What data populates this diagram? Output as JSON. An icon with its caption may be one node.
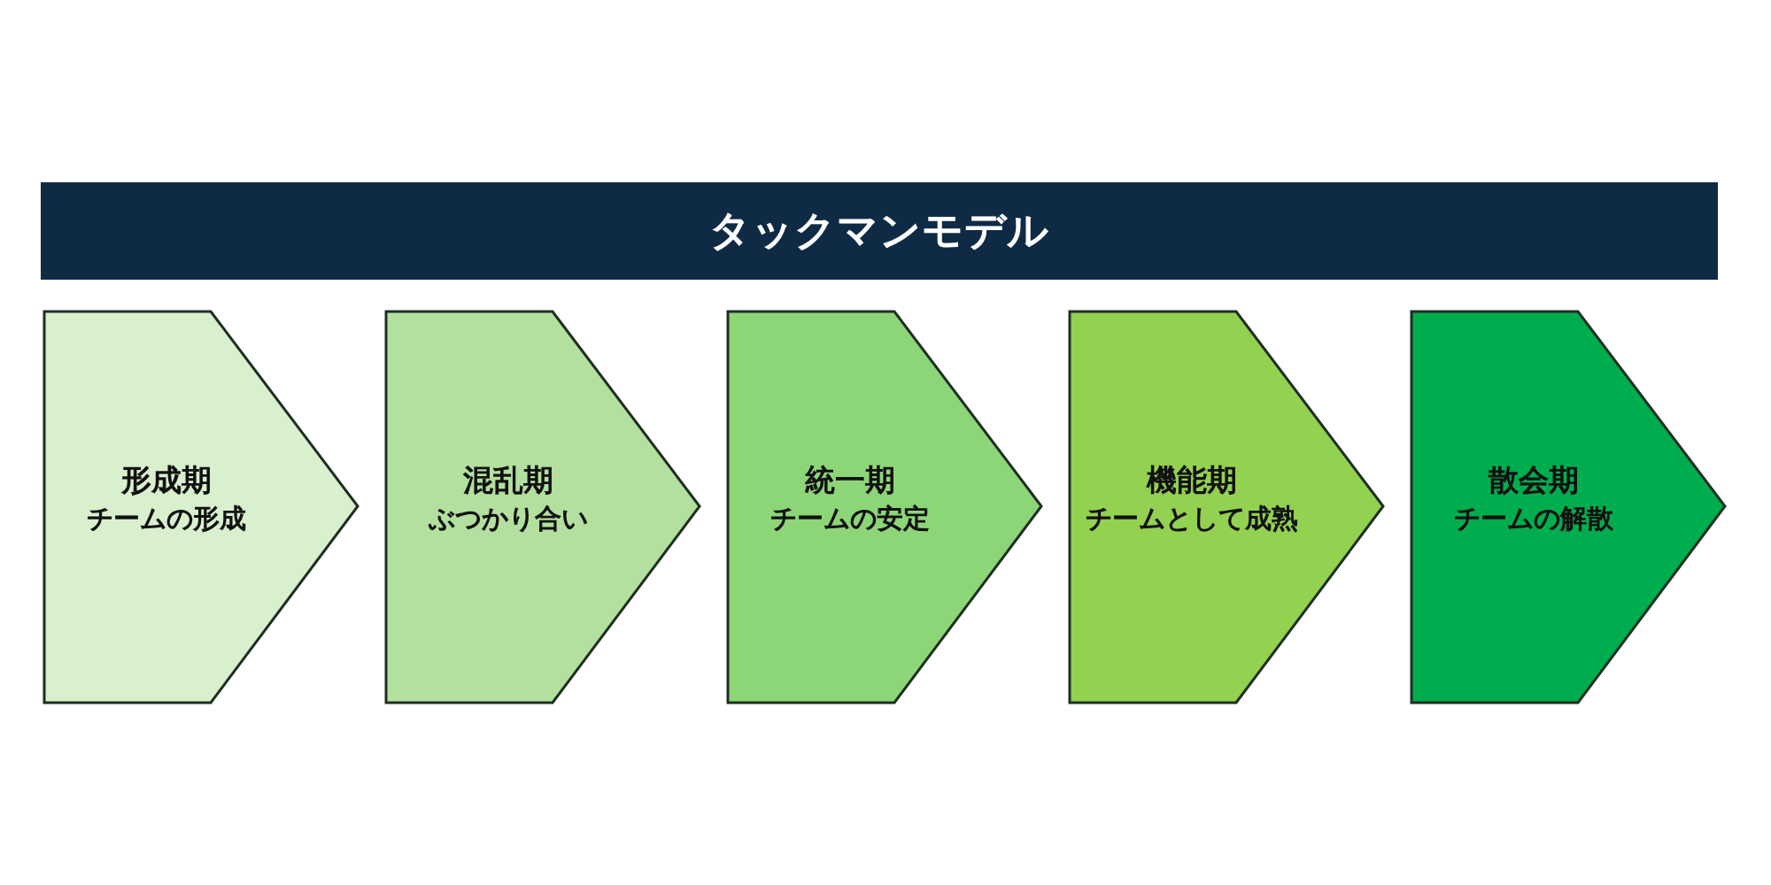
{
  "diagram": {
    "title": "タックマンモデル",
    "nodes": [
      {
        "text": [
          "形成期",
          "チームの形成"
        ]
      },
      {
        "text": [
          "混乱期",
          "ぶつかり合い"
        ]
      },
      {
        "text": [
          "統一期",
          "チームの安定"
        ]
      },
      {
        "text": [
          "機能期",
          "チームとして成熟"
        ]
      },
      {
        "text": [
          "散会期",
          "チームの解散"
        ]
      }
    ]
  }
}
